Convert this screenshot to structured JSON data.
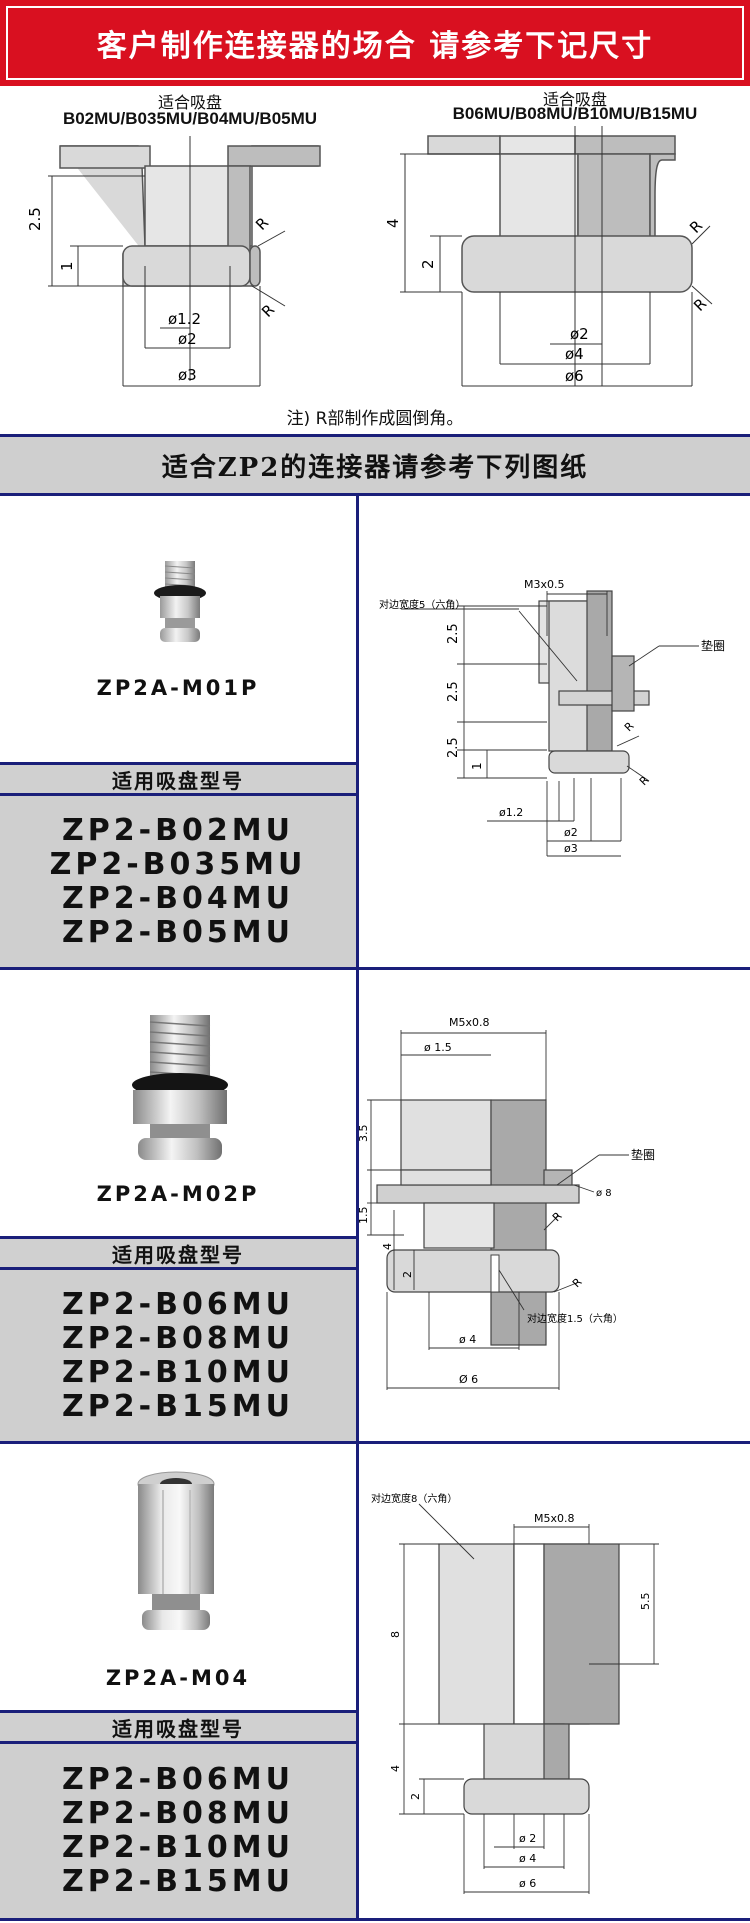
{
  "banner": {
    "title": "客户制作连接器的场合 请参考下记尺寸"
  },
  "dims": {
    "left": {
      "fit_label": "适合吸盘",
      "models": "B02MU/B035MU/B04MU/B05MU",
      "h_total": "2.5",
      "h_low": "1",
      "r": "R",
      "d1": "ø1.2",
      "d2": "ø2",
      "d3": "ø3"
    },
    "right": {
      "fit_label": "适合吸盘",
      "models": "B06MU/B08MU/B10MU/B15MU",
      "h_total": "4",
      "h_low": "2",
      "r": "R",
      "d1": "ø2",
      "d2": "ø4",
      "d3": "ø6"
    },
    "note": "注) R部制作成圆倒角。"
  },
  "section2": {
    "title": "适合ZP2的连接器请参考下列图纸"
  },
  "products": [
    {
      "name": "ZP2A-M01P",
      "band": "适用吸盘型号",
      "models": [
        "ZP2-B02MU",
        "ZP2-B035MU",
        "ZP2-B04MU",
        "ZP2-B05MU"
      ],
      "drawing": {
        "thread": "M3x0.5",
        "hex": "对边宽度5（六角）",
        "gasket": "垫圈",
        "h1": "2.5",
        "h2": "2.5",
        "h3": "2.5",
        "h4": "1",
        "d1": "ø1.2",
        "d2": "ø2",
        "d3": "ø3",
        "r": "R"
      }
    },
    {
      "name": "ZP2A-M02P",
      "band": "适用吸盘型号",
      "models": [
        "ZP2-B06MU",
        "ZP2-B08MU",
        "ZP2-B10MU",
        "ZP2-B15MU"
      ],
      "drawing": {
        "thread": "M5x0.8",
        "bore": "ø 1.5",
        "gasket": "垫圈",
        "d_gasket": "ø 8",
        "h1": "3.5",
        "h2": "1.5",
        "h3": "4",
        "h4": "2",
        "hex": "对边宽度1.5（六角）",
        "d1": "ø 4",
        "d2": "Ø 6",
        "r": "R"
      }
    },
    {
      "name": "ZP2A-M04",
      "band": "适用吸盘型号",
      "models": [
        "ZP2-B06MU",
        "ZP2-B08MU",
        "ZP2-B10MU",
        "ZP2-B15MU"
      ],
      "drawing": {
        "hex": "对边宽度8（六角）",
        "thread": "M5x0.8",
        "h_right": "5.5",
        "h1": "8",
        "h2": "4",
        "h3": "2",
        "d1": "ø 2",
        "d2": "ø 4",
        "d3": "ø 6"
      }
    }
  ]
}
